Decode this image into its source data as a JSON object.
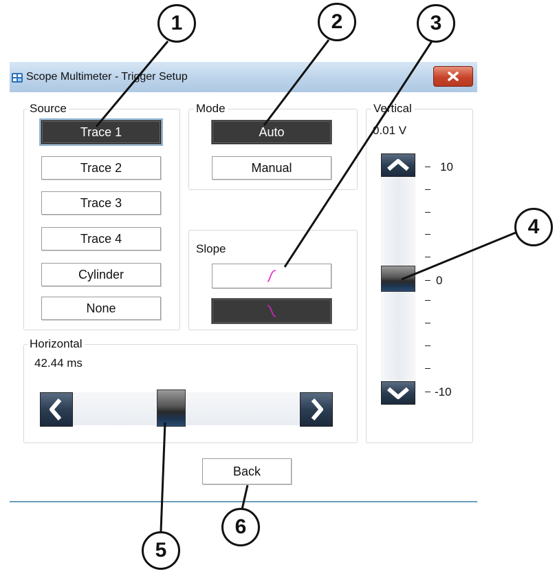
{
  "window": {
    "title": "Scope Multimeter - Trigger Setup"
  },
  "source": {
    "legend": "Source",
    "buttons": [
      "Trace 1",
      "Trace 2",
      "Trace 3",
      "Trace 4",
      "Cylinder",
      "None"
    ],
    "selected": "Trace 1"
  },
  "mode": {
    "legend": "Mode",
    "buttons": [
      "Auto",
      "Manual"
    ],
    "selected": "Auto"
  },
  "slope": {
    "legend": "Slope",
    "options": [
      "rising-edge",
      "falling-edge"
    ],
    "selected": "falling-edge",
    "accent_color": "#e020c8"
  },
  "vertical": {
    "legend": "Vertical",
    "value": "0.01 V",
    "scale_labels": {
      "top": "10",
      "middle": "0",
      "bottom": "-10"
    },
    "thumb_position": 0.0
  },
  "horizontal": {
    "legend": "Horizontal",
    "value": "42.44 ms",
    "thumb_fraction": 0.45
  },
  "back_label": "Back",
  "callouts": [
    "1",
    "2",
    "3",
    "4",
    "5",
    "6"
  ],
  "icons": {
    "close": "close-icon",
    "app": "app-icon"
  },
  "colors": {
    "selected_button": "#3a3a3a",
    "titlebar": "#bcd3ea",
    "close": "#c8442a"
  }
}
